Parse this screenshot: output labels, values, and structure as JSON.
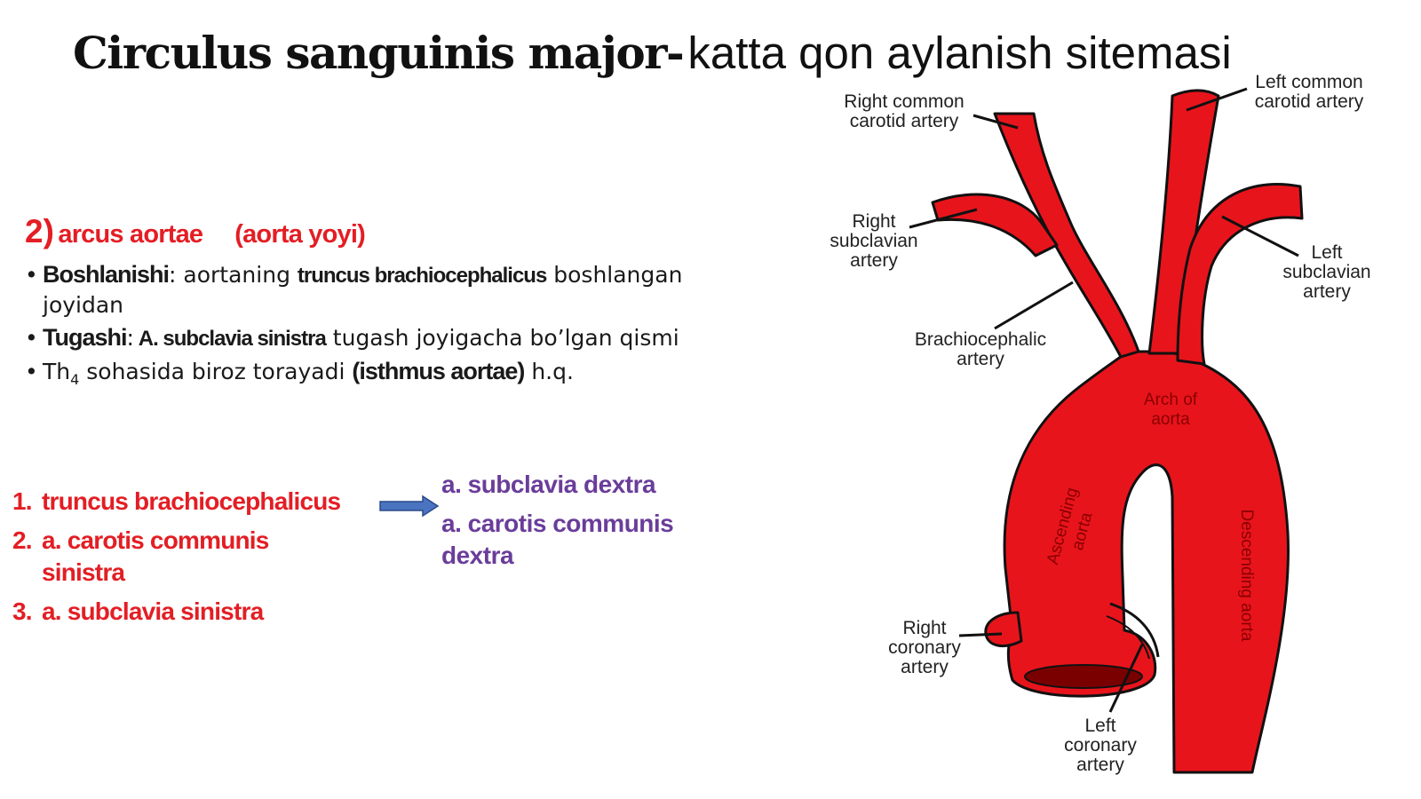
{
  "title": {
    "bold": "Circulus sanguinis major-",
    "normal": "katta qon aylanish sitemasi"
  },
  "heading": {
    "number": "2)",
    "latin": "arcus aortae",
    "uzbek": "(aorta yoyi)"
  },
  "bullets": {
    "b1": {
      "label": "Boshlanishi",
      "colon": ":",
      "text1": " aortaning ",
      "bold": "truncus brachiocephalicus",
      "text2": " boshlangan joyidan"
    },
    "b2": {
      "label": "Tugashi",
      "colon": ":",
      "bold": " A. subclavia sinistra",
      "text": " tugash joyigacha bo’lgan qismi"
    },
    "b3": {
      "text1": "Th",
      "sub": "4",
      "text2": " sohasida biroz torayadi ",
      "bold": "(isthmus aortae)",
      "text3": " h.q."
    }
  },
  "branches": [
    {
      "num": "1.",
      "text": "truncus brachiocephalicus"
    },
    {
      "num": "2.",
      "text": "a. carotis communis",
      "text2": "sinistra"
    },
    {
      "num": "3.",
      "text": "a. subclavia sinistra"
    }
  ],
  "sub_branches": {
    "first": "a. subclavia dextra",
    "second": "a. carotis communis",
    "second2": "dextra"
  },
  "diagram": {
    "colors": {
      "artery": "#e8141c",
      "outline": "#111111",
      "lumen": "#7a0000"
    },
    "labels": {
      "rcca1": "Right common",
      "rcca2": "carotid artery",
      "lcca1": "Left common",
      "lcca2": "carotid artery",
      "rsa1": "Right",
      "rsa2": "subclavian",
      "rsa3": "artery",
      "lsa1": "Left",
      "lsa2": "subclavian",
      "lsa3": "artery",
      "bca1": "Brachiocephalic",
      "bca2": "artery",
      "arch1": "Arch of",
      "arch2": "aorta",
      "asc1": "Ascending",
      "asc2": "aorta",
      "desc": "Descending aorta",
      "rca1": "Right",
      "rca2": "coronary",
      "rca3": "artery",
      "lca1": "Left",
      "lca2": "coronary",
      "lca3": "artery"
    }
  }
}
